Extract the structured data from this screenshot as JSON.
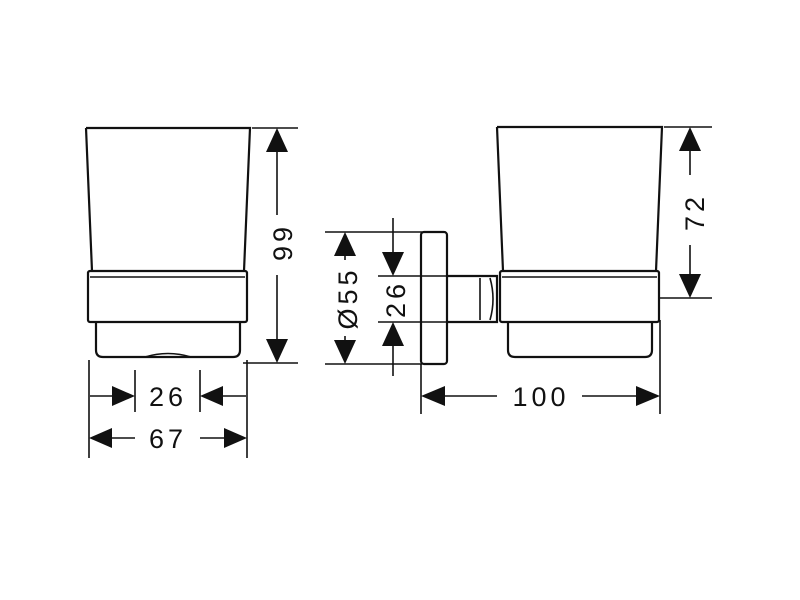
{
  "front_view": {
    "height_label": "99",
    "base_width_label": "26",
    "overall_width_label": "67"
  },
  "side_view": {
    "flange_diameter_label": "Ø55",
    "arm_height_label": "26",
    "cup_height_label": "72",
    "projection_label": "100"
  }
}
